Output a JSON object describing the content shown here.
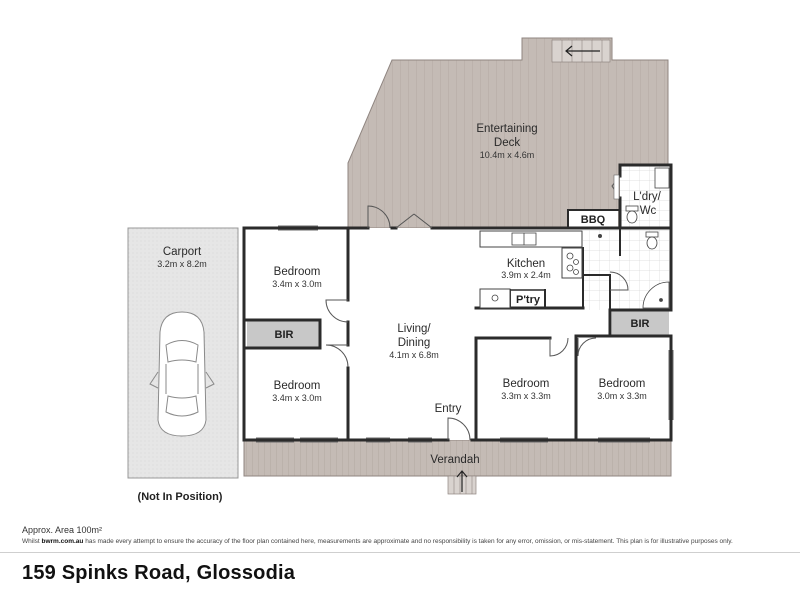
{
  "plan": {
    "rooms": {
      "deck": {
        "name": [
          "Entertaining",
          "Deck"
        ],
        "dims": "10.4m x 4.6m"
      },
      "carport": {
        "name": "Carport",
        "dims": "3.2m x 8.2m"
      },
      "bed1": {
        "name": "Bedroom",
        "dims": "3.4m x 3.0m"
      },
      "bed2": {
        "name": "Bedroom",
        "dims": "3.4m x 3.0m"
      },
      "bed3": {
        "name": "Bedroom",
        "dims": "3.3m x 3.3m"
      },
      "bed4": {
        "name": "Bedroom",
        "dims": "3.0m x 3.3m"
      },
      "living": {
        "name": [
          "Living/",
          "Dining"
        ],
        "dims": "4.1m x 6.8m"
      },
      "kitchen": {
        "name": "Kitchen",
        "dims": "3.9m x 2.4m"
      },
      "laundry": {
        "name": [
          "L'dry/",
          "Wc"
        ]
      }
    },
    "labels": {
      "bir_left": "BIR",
      "bir_right": "BIR",
      "bbq": "BBQ",
      "pantry": "P'try",
      "entry": "Entry",
      "verandah": "Verandah",
      "not_in_position": "(Not In Position)"
    }
  },
  "footer": {
    "area": "Approx. Area 100m²",
    "disclaimer_pre": "Whilst ",
    "disclaimer_brand": "bwrm.com.au",
    "disclaimer_post": " has made every attempt to ensure the accuracy of the floor plan contained here, measurements are approximate and no responsibility is taken for any error, omission, or mis-statement. This plan is for illustrative purposes only."
  },
  "address": "159 Spinks Road, Glossodia",
  "colors": {
    "wall": "#2b2b2b",
    "deck_fill": "#c4bbb5",
    "carport_fill": "#e6e6e6",
    "bir_fill": "#c8c8c8",
    "floor": "#ffffff"
  },
  "icons": [
    "stairs-arrow-icon",
    "car-icon",
    "stove-icon",
    "sink-icon",
    "toilet-icon",
    "basin-icon",
    "shower-icon",
    "entry-arrow-icon"
  ]
}
